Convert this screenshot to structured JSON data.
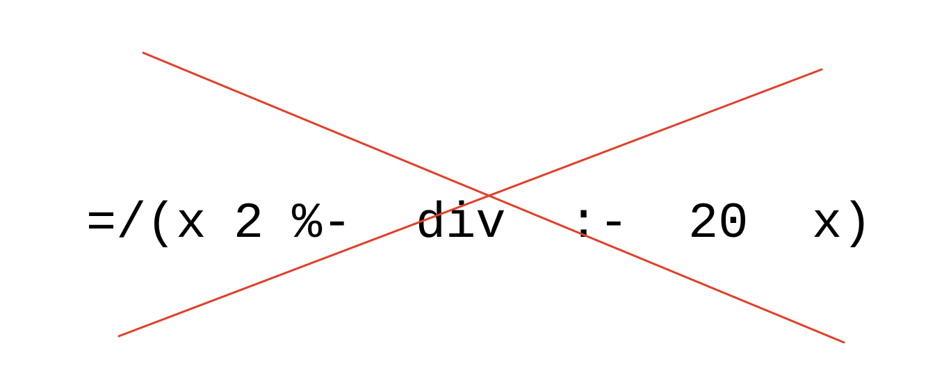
{
  "expression": {
    "tokens": [
      "=/",
      "(x",
      "2",
      "%-",
      "div",
      ":-",
      "20",
      "x)"
    ]
  },
  "cross_out": {
    "color": "#e0402a"
  }
}
